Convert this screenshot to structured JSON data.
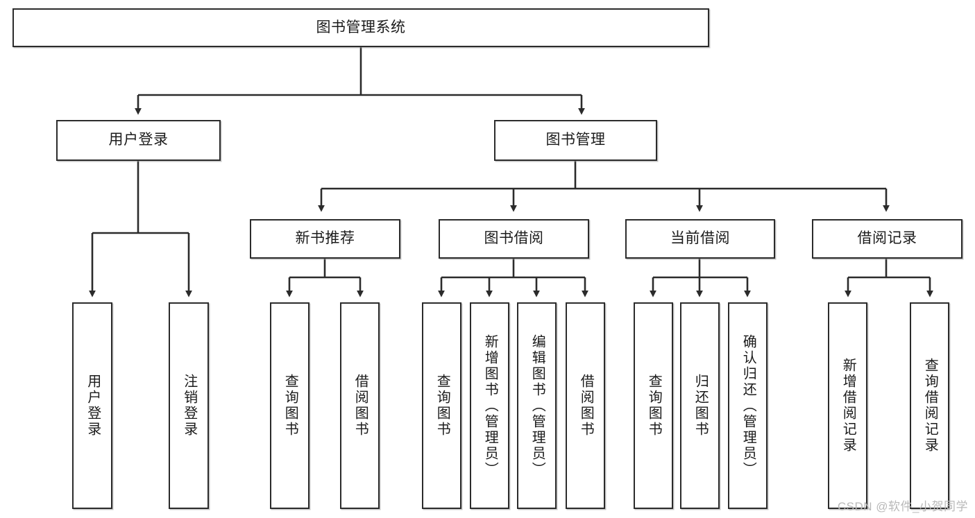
{
  "diagram": {
    "type": "tree-hierarchy",
    "title": "图书管理系统",
    "watermark": "CSDN @软件_小贺同学",
    "colors": {
      "stroke": "#2b2b2b",
      "fill": "#ffffff",
      "shadow": "#969696",
      "watermark": "#b9b9b9"
    },
    "nodes": {
      "root": {
        "label": "图书管理系统",
        "level": 0
      },
      "l1": [
        {
          "id": "user-login",
          "label": "用户登录"
        },
        {
          "id": "book-manage",
          "label": "图书管理"
        }
      ],
      "l2": [
        {
          "id": "new-book-recommend",
          "label": "新书推荐"
        },
        {
          "id": "book-borrow",
          "label": "图书借阅"
        },
        {
          "id": "current-borrow",
          "label": "当前借阅"
        },
        {
          "id": "borrow-record",
          "label": "借阅记录"
        }
      ],
      "leaves": [
        {
          "id": "leaf-user-login",
          "label": "用户登录",
          "parent": "user-login"
        },
        {
          "id": "leaf-logout",
          "label": "注销登录",
          "parent": "user-login"
        },
        {
          "id": "leaf-query-book-1",
          "label": "查询图书",
          "parent": "new-book-recommend"
        },
        {
          "id": "leaf-borrow-book-1",
          "label": "借阅图书",
          "parent": "new-book-recommend"
        },
        {
          "id": "leaf-query-book-2",
          "label": "查询图书",
          "parent": "book-borrow"
        },
        {
          "id": "leaf-add-book",
          "label": "新增图书（管理员）",
          "parent": "book-borrow"
        },
        {
          "id": "leaf-edit-book",
          "label": "编辑图书（管理员）",
          "parent": "book-borrow"
        },
        {
          "id": "leaf-borrow-book-2",
          "label": "借阅图书",
          "parent": "book-borrow"
        },
        {
          "id": "leaf-query-book-3",
          "label": "查询图书",
          "parent": "current-borrow"
        },
        {
          "id": "leaf-return-book",
          "label": "归还图书",
          "parent": "current-borrow"
        },
        {
          "id": "leaf-confirm-return",
          "label": "确认归还（管理员）",
          "parent": "current-borrow"
        },
        {
          "id": "leaf-add-record",
          "label": "新增借阅记录",
          "parent": "borrow-record"
        },
        {
          "id": "leaf-query-record",
          "label": "查询借阅记录",
          "parent": "borrow-record"
        }
      ]
    }
  }
}
